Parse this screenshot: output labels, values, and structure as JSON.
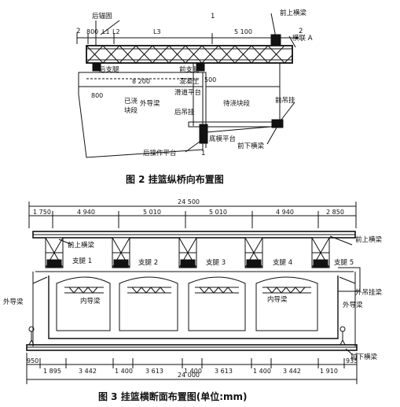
{
  "fig2": {
    "caption": "图 2   挂篮纵桥向布置图",
    "labels": {
      "rear_anchor": "后锚固",
      "front_upper_beam": "前上横梁",
      "cross_link_a": "横联 A",
      "rear_support": "后支腿",
      "front_support": "前支腿",
      "concrete_top": "混凝土",
      "cast_segment_1": "已浇",
      "cast_segment_2": "块段",
      "outer_guide": "外导梁",
      "to_cast_segment": "待浇块段",
      "rear_hanger": "后吊挂",
      "front_hanger": "前吊挂",
      "bottom_platform": "底模平台",
      "rear_platform": "后操作平台",
      "front_lower_beam": "前下横梁",
      "guide_beam_2": "滑道平台",
      "section_mark_1": "1",
      "section_mark_2": "2",
      "section_mark_2r": "2",
      "section_mark_1b": "1"
    },
    "dims": {
      "d800": "800",
      "l1": "L1",
      "l2": "L2",
      "l3": "L3",
      "d5100": "5 100",
      "d8200": "8 200",
      "d500": "500",
      "d800b": "800"
    }
  },
  "fig3": {
    "caption": "图 3   挂篮横断面布置图(单位:mm)",
    "top_total": "24 500",
    "top_dims": [
      "1 750",
      "4 940",
      "5 010",
      "5 010",
      "4 940",
      "2 850"
    ],
    "labels": {
      "front_upper_beam_l": "前上横梁",
      "front_upper_beam_r": "前上横梁",
      "leg1": "支腿 1",
      "leg2": "支腿 2",
      "leg3": "支腿 3",
      "leg4": "支腿 4",
      "leg5": "支腿 5",
      "inner_guide_l": "内导梁",
      "inner_guide_r": "内导梁",
      "outer_guide_l": "外导梁",
      "outer_guide_r": "外导梁",
      "outer_hanger": "外吊挂梁",
      "front_lower_beam": "前下横梁"
    },
    "bottom_dims": [
      "950",
      "1 895",
      "3 442",
      "1 400",
      "3 613",
      "1 400",
      "3 613",
      "1 400",
      "3 442",
      "1 910",
      "935"
    ],
    "bottom_total": "24 000"
  }
}
